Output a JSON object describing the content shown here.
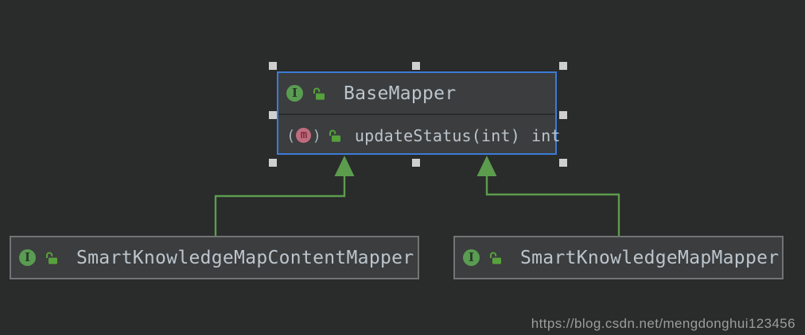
{
  "diagram": {
    "parent_node": {
      "title": "BaseMapper",
      "method": {
        "signature": "updateStatus(int)",
        "return_type": "int"
      }
    },
    "child_nodes": [
      {
        "title": "SmartKnowledgeMapContentMapper"
      },
      {
        "title": "SmartKnowledgeMapMapper"
      }
    ],
    "relationship": "inheritance"
  },
  "icons": {
    "interface_letter": "I",
    "method_letter": "m",
    "method_paren_open": "(",
    "method_paren_close": ")"
  },
  "colors": {
    "background": "#2a2b2b",
    "node_fill": "#3b3d3e",
    "node_border_gray": "#717375",
    "selection_blue": "#3c7bd8",
    "selection_handle": "#cfcfcf",
    "arrow_green": "#5c9c4d",
    "interface_icon_green": "#5a9c52",
    "lock_icon_green": "#57a13c",
    "method_icon_pink": "#c06c7e",
    "node_text": "#bcc5cd",
    "watermark_text": "#9c9c9c"
  },
  "watermark": {
    "text": "https://blog.csdn.net/mengdonghui123456"
  }
}
